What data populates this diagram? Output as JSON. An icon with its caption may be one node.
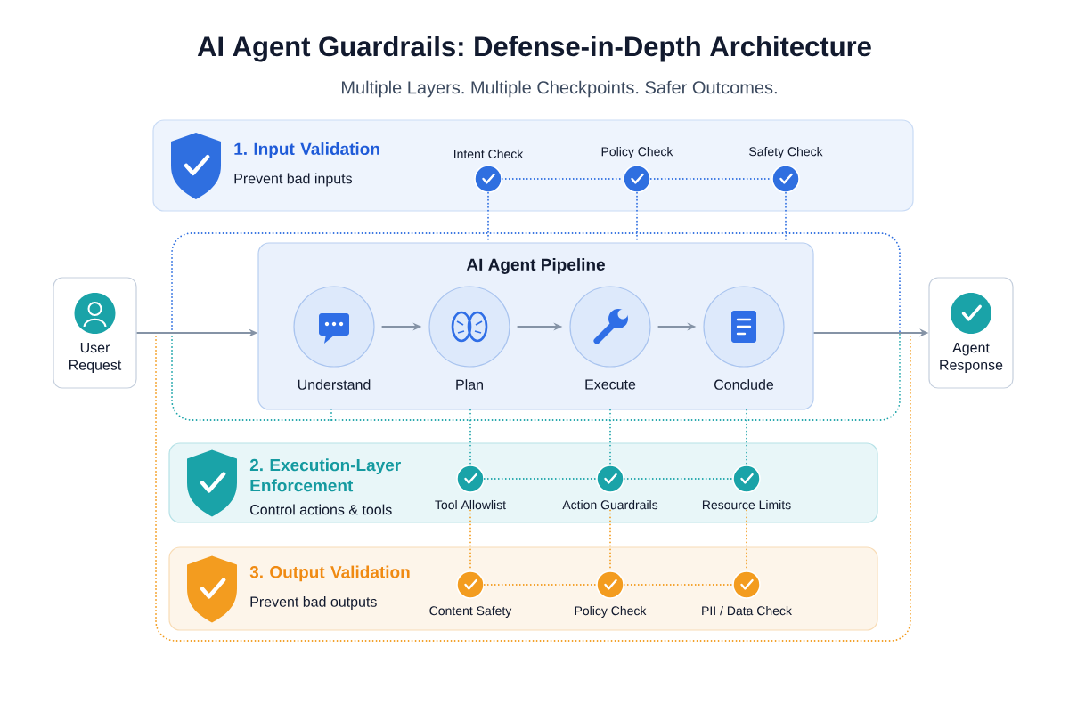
{
  "diagram": {
    "title": "AI Agent Guardrails: Defense-in-Depth Architecture",
    "nodes": [
      {
        "text": [
          "1. Input Validation",
          "Prevent bad inputs"
        ]
      },
      {
        "text": [
          "Intent Check"
        ],
        "in": 0
      },
      {
        "text": [
          "Policy Check"
        ],
        "in": 0
      },
      {
        "text": [
          "Safety Check"
        ],
        "in": 0
      },
      {
        "text": [
          "AI Agent Pipeline"
        ]
      },
      {
        "text": [
          "Understand"
        ],
        "in": 4
      },
      {
        "text": [
          "Plan"
        ],
        "in": 4
      },
      {
        "text": [
          "Execute"
        ],
        "in": 4
      },
      {
        "text": [
          "Conclude"
        ],
        "in": 4
      },
      {
        "text": [
          "User Request"
        ]
      },
      {
        "text": [
          "Agent Response"
        ]
      },
      {
        "text": [
          "2. Execution-Layer Enforcement",
          "Control actions & tools"
        ]
      },
      {
        "text": [
          "Tool Allowlist"
        ],
        "in": 11
      },
      {
        "text": [
          "Action Guardrails"
        ],
        "in": 11
      },
      {
        "text": [
          "Resource Limits"
        ],
        "in": 11
      },
      {
        "text": [
          "3. Output Validation",
          "Prevent bad outputs"
        ]
      },
      {
        "text": [
          "Content Safety"
        ],
        "in": 15
      },
      {
        "text": [
          "Policy Check"
        ],
        "in": 15
      },
      {
        "text": [
          "PII / Data Check"
        ],
        "in": 15
      }
    ],
    "edges": [
      {
        "from": 9,
        "to": 4,
        "arrow": "to"
      },
      {
        "from": 5,
        "to": 6,
        "arrow": "to"
      },
      {
        "from": 6,
        "to": 7,
        "arrow": "to"
      },
      {
        "from": 7,
        "to": 8,
        "arrow": "to"
      },
      {
        "from": 4,
        "to": 10,
        "arrow": "to"
      },
      {
        "from": 1,
        "to": 2,
        "arrow": "none",
        "style": "dashed",
        "color": "#2f6fe0"
      },
      {
        "from": 2,
        "to": 3,
        "arrow": "none",
        "style": "dashed",
        "color": "#2f6fe0"
      },
      {
        "from": 1,
        "to": 4,
        "arrow": "none",
        "style": "dashed",
        "color": "#2f6fe0"
      },
      {
        "from": 2,
        "to": 4,
        "arrow": "none",
        "style": "dashed",
        "color": "#2f6fe0"
      },
      {
        "from": 3,
        "to": 4,
        "arrow": "none",
        "style": "dashed",
        "color": "#2f6fe0"
      },
      {
        "from": 4,
        "to": 12,
        "arrow": "none",
        "style": "dashed",
        "color": "#1aa3a8"
      },
      {
        "from": 4,
        "to": 13,
        "arrow": "none",
        "style": "dashed",
        "color": "#1aa3a8"
      },
      {
        "from": 4,
        "to": 14,
        "arrow": "none",
        "style": "dashed",
        "color": "#1aa3a8"
      },
      {
        "from": 12,
        "to": 13,
        "arrow": "none",
        "style": "dashed",
        "color": "#1aa3a8"
      },
      {
        "from": 13,
        "to": 14,
        "arrow": "none",
        "style": "dashed",
        "color": "#1aa3a8"
      },
      {
        "from": 12,
        "to": 16,
        "arrow": "none",
        "style": "dashed",
        "color": "#f39c1f"
      },
      {
        "from": 13,
        "to": 17,
        "arrow": "none",
        "style": "dashed",
        "color": "#f39c1f"
      },
      {
        "from": 14,
        "to": 18,
        "arrow": "none",
        "style": "dashed",
        "color": "#f39c1f"
      },
      {
        "from": 16,
        "to": 17,
        "arrow": "none",
        "style": "dashed",
        "color": "#f39c1f"
      },
      {
        "from": 17,
        "to": 18,
        "arrow": "none",
        "style": "dashed",
        "color": "#f39c1f"
      }
    ],
    "labels": [
      "Multiple Layers. Multiple Checkpoints. Safer Outcomes."
    ]
  }
}
